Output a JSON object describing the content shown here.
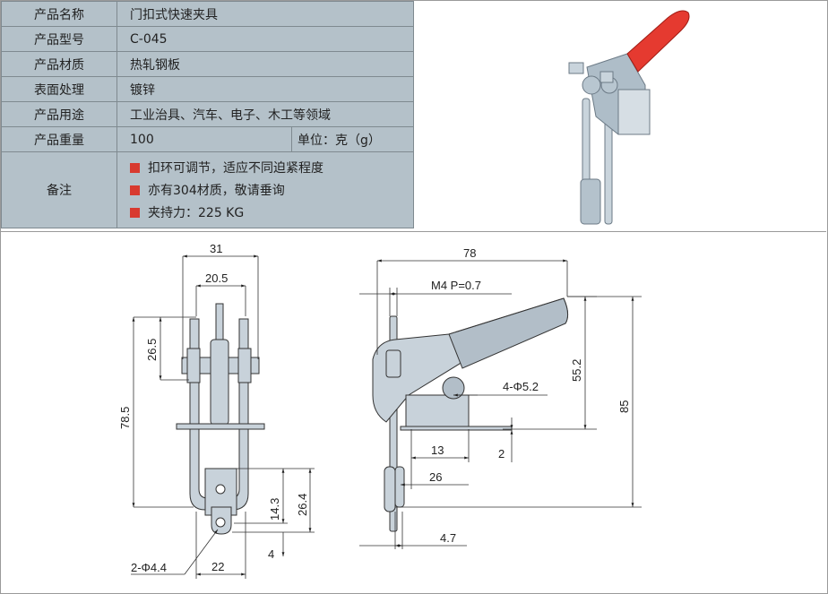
{
  "spec": {
    "rows": [
      {
        "label": "产品名称",
        "value": "门扣式快速夹具"
      },
      {
        "label": "产品型号",
        "value": "C-045"
      },
      {
        "label": "产品材质",
        "value": "热轧钢板"
      },
      {
        "label": "表面处理",
        "value": "镀锌"
      },
      {
        "label": "产品用途",
        "value": "工业治具、汽车、电子、木工等领域"
      },
      {
        "label": "产品重量",
        "value": "100",
        "unit": "单位：克（g）"
      }
    ],
    "notes_label": "备注",
    "notes": [
      "扣环可调节，适应不同迫紧程度",
      "亦有304材质，敬请垂询",
      "夹持力：225 KG"
    ]
  },
  "colors": {
    "table_bg": "#b4c1c9",
    "bullet": "#d83a2f",
    "handle": "#e53a30",
    "metal": "#b8c6d0"
  },
  "front_view": {
    "dims": [
      "31",
      "20.5",
      "26.5",
      "78.5",
      "26.4",
      "14.3",
      "4",
      "22",
      "2-Φ4.4"
    ]
  },
  "side_view": {
    "dims": [
      "78",
      "M4 P=0.7",
      "4-Φ5.2",
      "55.2",
      "85",
      "13",
      "2",
      "26",
      "4.7"
    ]
  }
}
